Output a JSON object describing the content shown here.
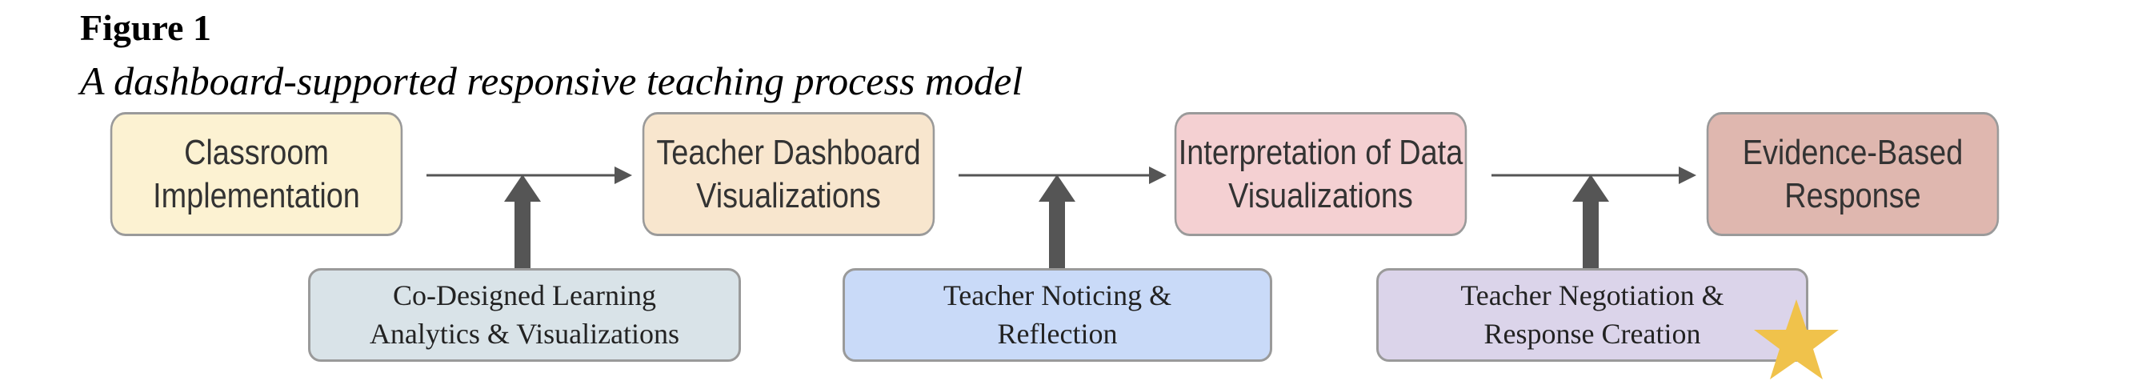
{
  "figure": {
    "label": "Figure 1",
    "caption": "A dashboard-supported responsive teaching process model"
  },
  "process_steps": [
    {
      "line1": "Classroom",
      "line2": "Implementation",
      "fill": "#fcf2d2"
    },
    {
      "line1": "Teacher Dashboard",
      "line2": "Visualizations",
      "fill": "#f8e6ce"
    },
    {
      "line1": "Interpretation of Data",
      "line2": "Visualizations",
      "fill": "#f4d0d2"
    },
    {
      "line1": "Evidence-Based",
      "line2": "Response",
      "fill": "#dfb7af"
    }
  ],
  "supporting_inputs": [
    {
      "line1": "Co-Designed Learning",
      "line2": "Analytics & Visualizations",
      "fill": "#d9e3e8"
    },
    {
      "line1": "Teacher Noticing &",
      "line2": "Reflection",
      "fill": "#c9daf8"
    },
    {
      "line1": "Teacher Negotiation &",
      "line2": "Response Creation",
      "fill": "#dbd4ea"
    }
  ],
  "colors": {
    "arrow": "#555555",
    "border": "#9a9a9a",
    "star": "#f0c24b"
  },
  "icons": {
    "highlight": "star-icon"
  }
}
